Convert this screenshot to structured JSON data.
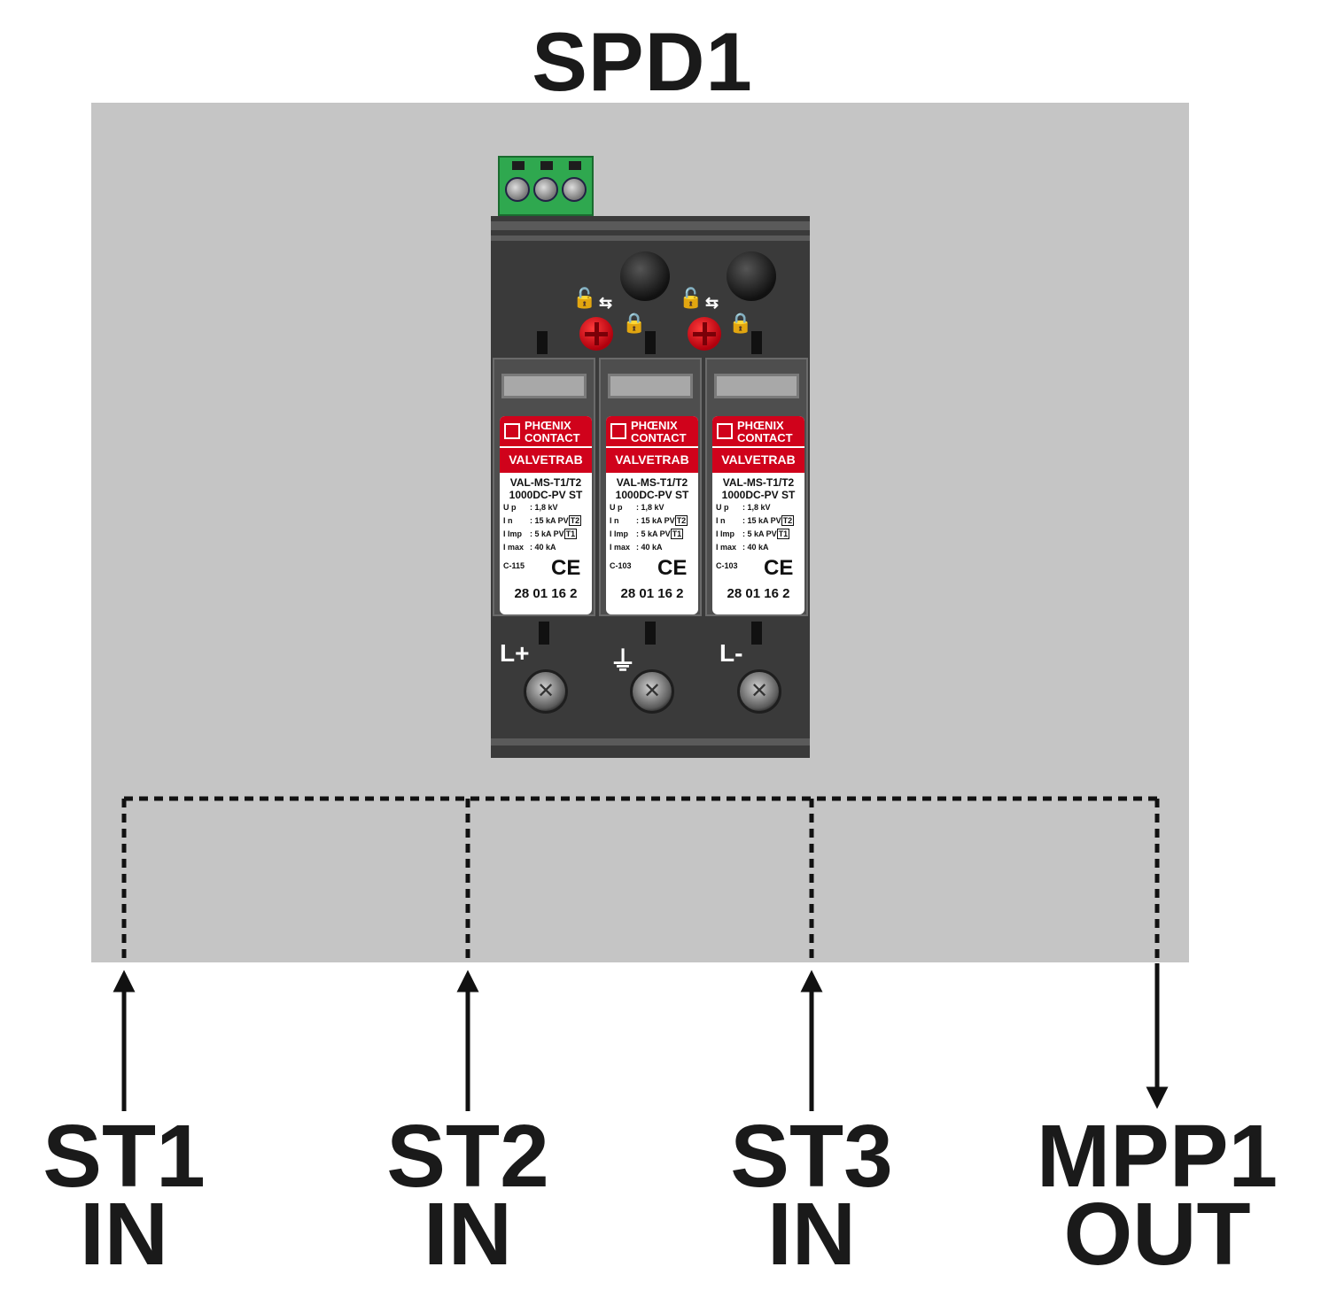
{
  "title": "SPD1",
  "device": {
    "modules": [
      {
        "brand_line1": "PHŒNIX",
        "brand_line2": "CONTACT",
        "series": "VALVETRAB",
        "model_line1": "VAL-MS-T1/T2",
        "model_line2": "1000DC-PV ST",
        "up": "U p",
        "up_val": ": 1,8 kV",
        "in": "I n",
        "in_val": ": 15 kA PV",
        "in_cls": "T2",
        "imp": "I Imp",
        "imp_val": ": 5   kA PV",
        "imp_cls": "T1",
        "max": "I max",
        "max_val": ": 40 kA",
        "cert": "C-115",
        "ce": "CE",
        "partno": "28 01 16 2"
      },
      {
        "brand_line1": "PHŒNIX",
        "brand_line2": "CONTACT",
        "series": "VALVETRAB",
        "model_line1": "VAL-MS-T1/T2",
        "model_line2": "1000DC-PV ST",
        "up": "U p",
        "up_val": ": 1,8 kV",
        "in": "I n",
        "in_val": ": 15 kA PV",
        "in_cls": "T2",
        "imp": "I Imp",
        "imp_val": ": 5   kA PV",
        "imp_cls": "T1",
        "max": "I max",
        "max_val": ": 40 kA",
        "cert": "C-103",
        "ce": "CE",
        "partno": "28 01 16 2"
      },
      {
        "brand_line1": "PHŒNIX",
        "brand_line2": "CONTACT",
        "series": "VALVETRAB",
        "model_line1": "VAL-MS-T1/T2",
        "model_line2": "1000DC-PV ST",
        "up": "U p",
        "up_val": ": 1,8 kV",
        "in": "I n",
        "in_val": ": 15 kA PV",
        "in_cls": "T2",
        "imp": "I Imp",
        "imp_val": ": 5   kA PV",
        "imp_cls": "T1",
        "max": "I max",
        "max_val": ": 40 kA",
        "cert": "C-103",
        "ce": "CE",
        "partno": "28 01 16 2"
      }
    ],
    "terminals": {
      "left": "L+",
      "middle": "⏚",
      "right": "L-"
    },
    "lock_open": "🔓",
    "lock_closed": "🔒",
    "swap_arrow": "⇆"
  },
  "ports": [
    {
      "line1": "ST1",
      "line2": "IN"
    },
    {
      "line1": "ST2",
      "line2": "IN"
    },
    {
      "line1": "ST3",
      "line2": "IN"
    },
    {
      "line1": "MPP1",
      "line2": "OUT"
    }
  ],
  "colors": {
    "panel": "#c5c5c5",
    "brand_red": "#d0021b",
    "connector_green": "#2fa84f"
  }
}
